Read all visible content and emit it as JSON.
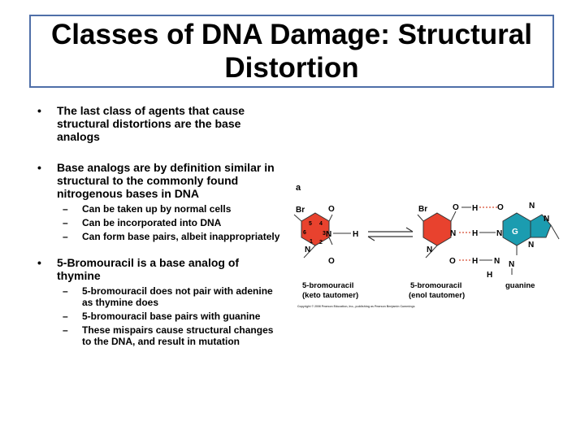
{
  "slide": {
    "title": "Classes of DNA Damage: Structural Distortion",
    "bullets": [
      {
        "text": "The last class of agents that cause structural distortions are the base analogs",
        "subitems": []
      },
      {
        "text": "Base analogs are by definition similar in structural to the commonly found nitrogenous bases in DNA",
        "subitems": [
          "Can be taken up by normal cells",
          "Can be incorporated into DNA",
          "Can form base pairs, albeit inappropriately"
        ]
      },
      {
        "text": "5-Bromouracil is a base analog of thymine",
        "subitems": [
          "5-bromouracil does not pair with adenine as thymine does",
          "5-bromouracil base pairs with guanine",
          "These mispairs cause structural changes to the DNA, and result in mutation"
        ]
      }
    ]
  },
  "figure": {
    "panel_label": "a",
    "atoms": {
      "br": "Br",
      "o": "O",
      "n": "N",
      "h": "H",
      "g": "G"
    },
    "ring_numbers": {
      "n5": "5",
      "n4": "4",
      "n6": "6",
      "n3": "3",
      "n1": "1",
      "n2": "2"
    },
    "captions": {
      "keto_name": "5-bromouracil",
      "keto_form": "(keto tautomer)",
      "enol_name": "5-bromouracil",
      "enol_form": "(enol tautomer)",
      "guanine": "guanine"
    },
    "copyright": "Copyright © 2006 Pearson Education, Inc., publishing as Pearson Benjamin Cummings",
    "colors": {
      "bromouracil": "#e8422e",
      "guanine": "#1b9cb0",
      "title_border": "#4f6fa8",
      "hbond": "#cc2200"
    }
  }
}
